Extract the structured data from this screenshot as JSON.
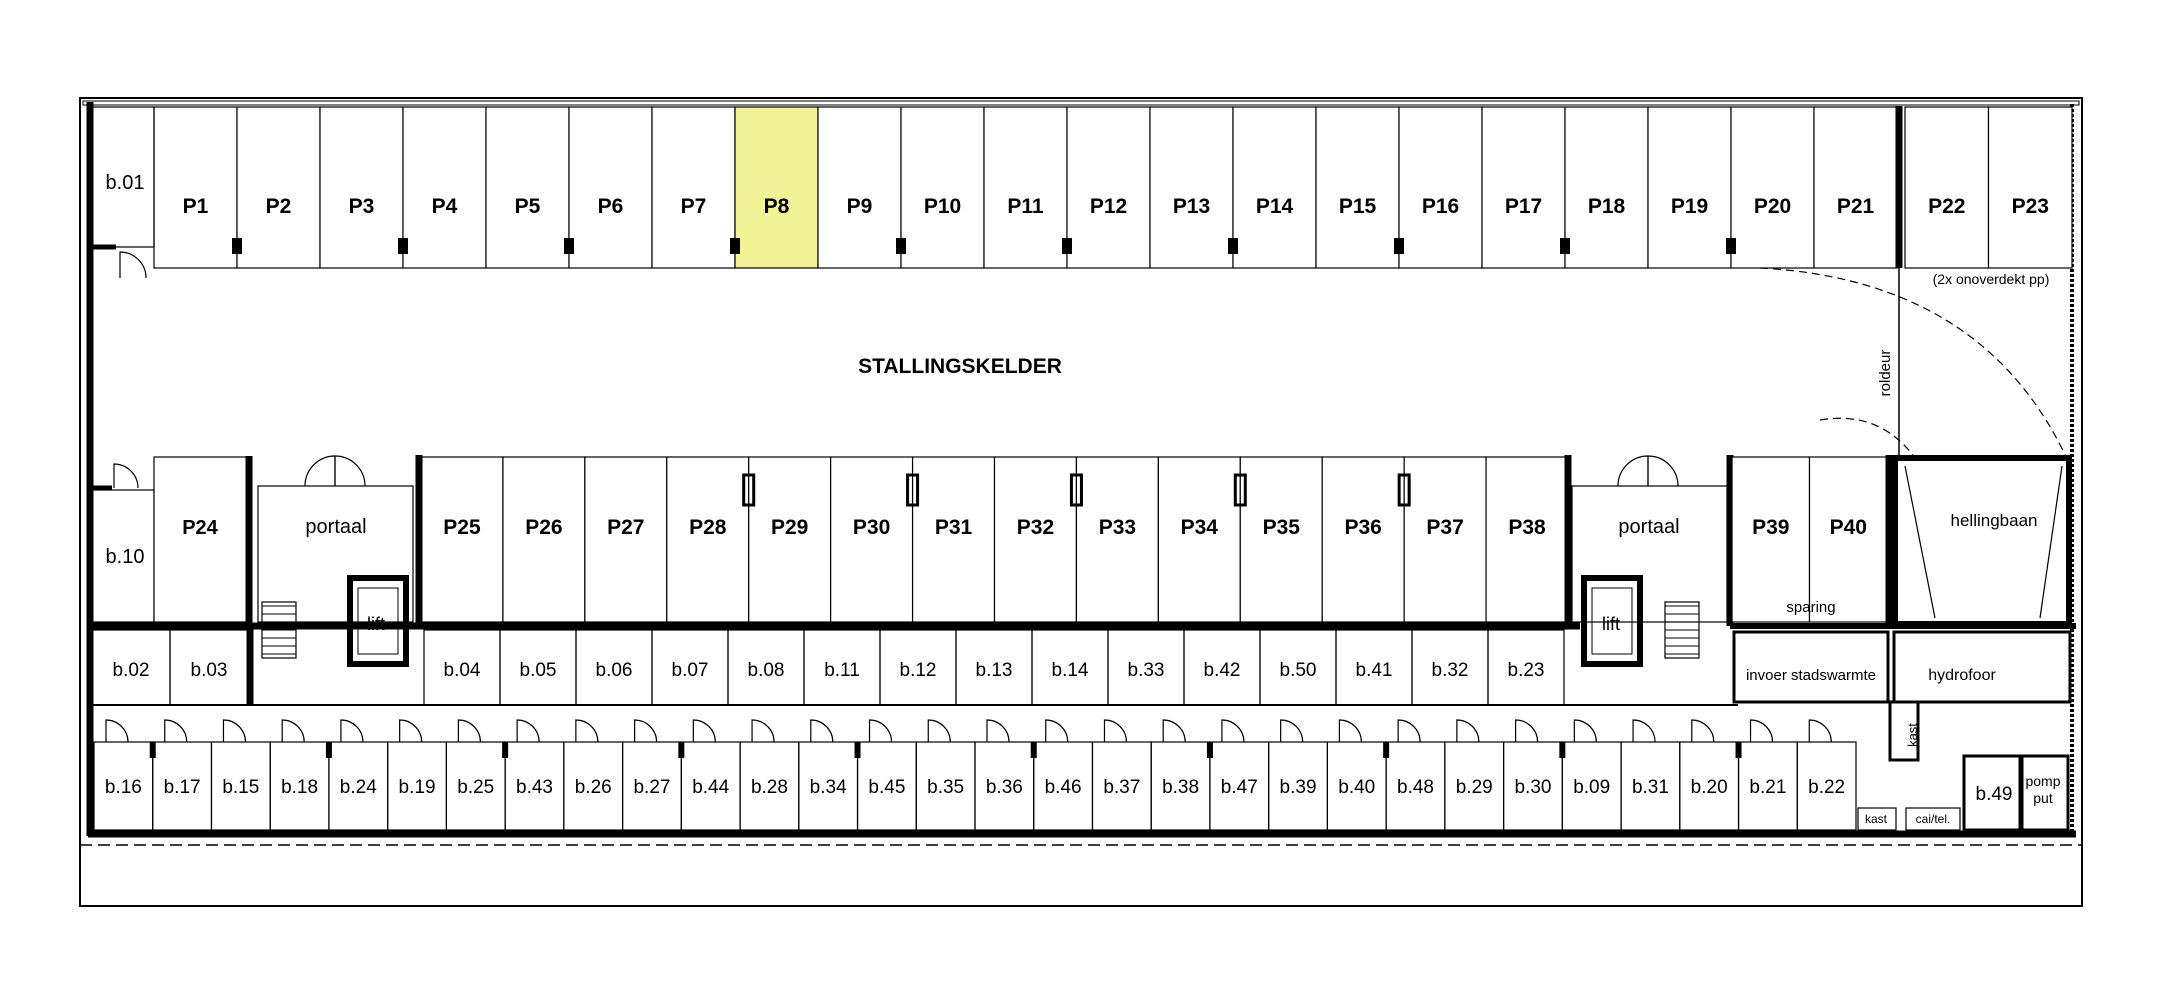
{
  "plan": {
    "title": "STALLINGSKELDER",
    "highlight_color": "#f2f296",
    "top_row": {
      "spots": [
        "P1",
        "P2",
        "P3",
        "P4",
        "P5",
        "P6",
        "P7",
        "P8",
        "P9",
        "P10",
        "P11",
        "P12",
        "P13",
        "P14",
        "P15",
        "P16",
        "P17",
        "P18",
        "P19",
        "P20",
        "P21"
      ],
      "highlighted": "P8",
      "end_spots": [
        "P22",
        "P23"
      ],
      "end_note": "(2x onoverdekt pp)",
      "storage": "b.01"
    },
    "middle_row": {
      "left_storage": "b.10",
      "left_spot": "P24",
      "portal_left": "portaal",
      "spots": [
        "P25",
        "P26",
        "P27",
        "P28",
        "P29",
        "P30",
        "P31",
        "P32",
        "P33",
        "P34",
        "P35",
        "P36",
        "P37",
        "P38"
      ],
      "portal_right": "portaal",
      "right_spots": [
        "P39",
        "P40"
      ],
      "sparing": "sparing",
      "ramp": "hellingbaan",
      "roldeur": "roldeur"
    },
    "lift_label": "lift",
    "upper_storage": {
      "left": [
        "b.02",
        "b.03"
      ],
      "center": [
        "b.04",
        "b.05",
        "b.06",
        "b.07",
        "b.08",
        "b.11",
        "b.12",
        "b.13",
        "b.14",
        "b.33",
        "b.42",
        "b.50",
        "b.41",
        "b.32",
        "b.23"
      ],
      "invoer": "invoer stadswarmte",
      "hydrofoor": "hydrofoor"
    },
    "lower_storage": {
      "units": [
        "b.16",
        "b.17",
        "b.15",
        "b.18",
        "b.24",
        "b.19",
        "b.25",
        "b.43",
        "b.26",
        "b.27",
        "b.44",
        "b.28",
        "b.34",
        "b.45",
        "b.35",
        "b.36",
        "b.46",
        "b.37",
        "b.38",
        "b.47",
        "b.39",
        "b.40",
        "b.48",
        "b.29",
        "b.30",
        "b.09",
        "b.31",
        "b.20",
        "b.21",
        "b.22"
      ],
      "kast_small": "kast",
      "kast_vertical": "kast",
      "cai": "cai/tel.",
      "b49": "b.49",
      "pomp1": "pomp",
      "pomp2": "put"
    }
  }
}
